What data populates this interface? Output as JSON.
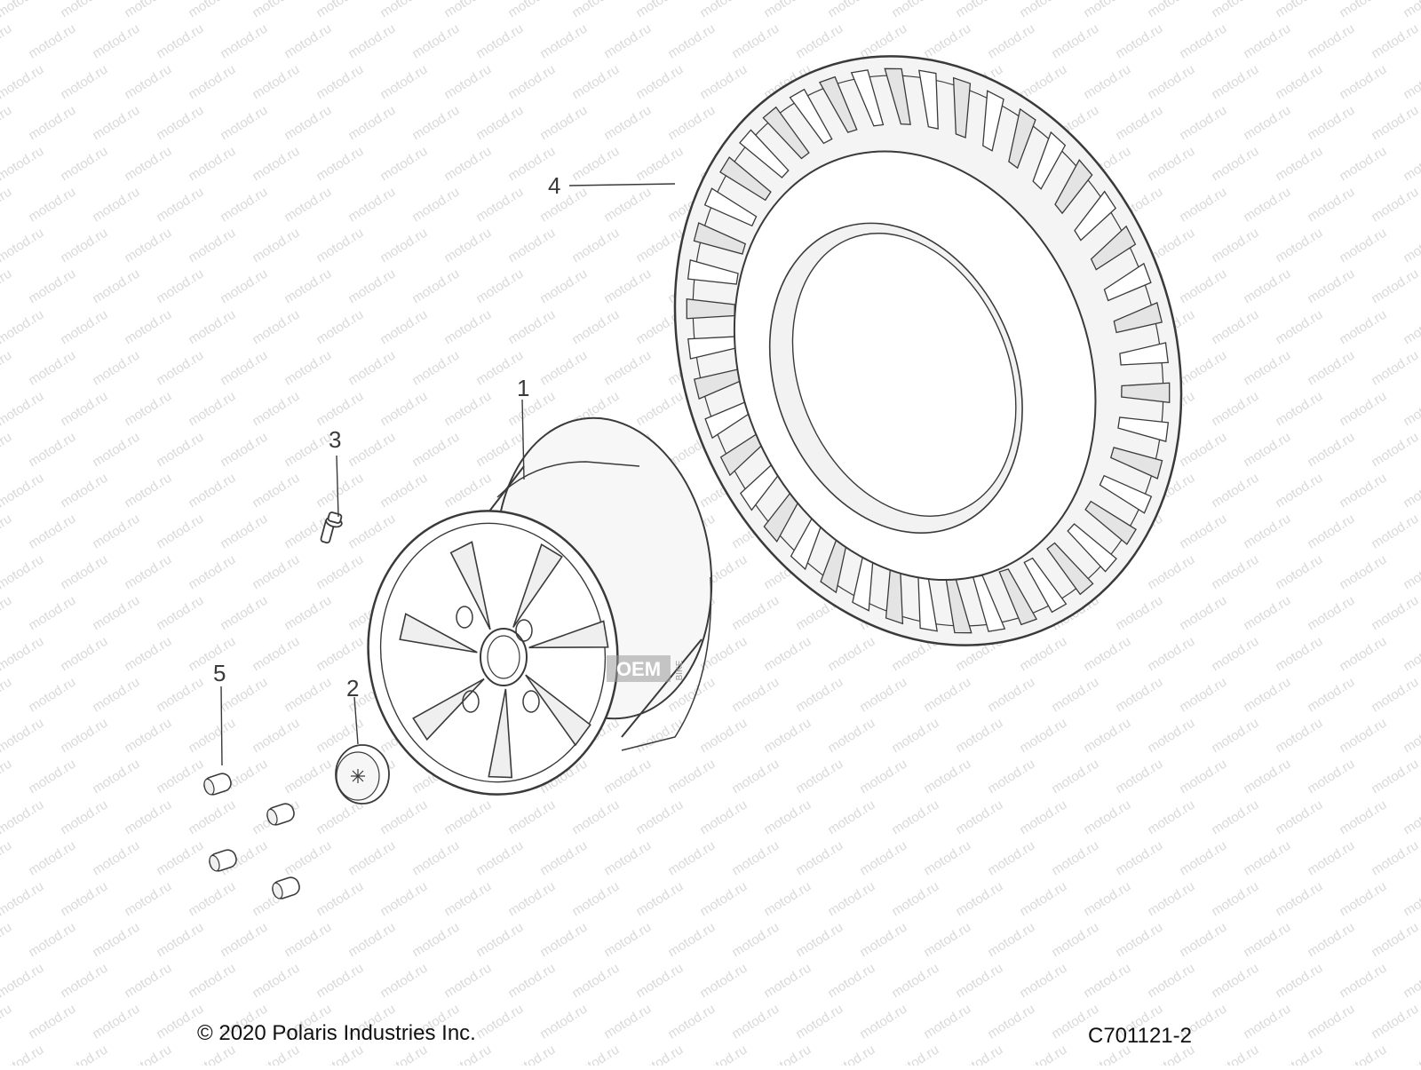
{
  "callouts": {
    "wheel": "1",
    "center_cap": "2",
    "valve_stem": "3",
    "tire": "4",
    "lug_nut": "5"
  },
  "footer": {
    "copyright": "© 2020 Polaris Industries Inc.",
    "figure_code": "C701121-2"
  },
  "watermark": {
    "text": "motod.ru",
    "color": "#d9d9d9"
  },
  "overlay_marks": {
    "mark_a": "OEM",
    "mark_b": "BIKE"
  },
  "colors": {
    "line": "#3a3a3a",
    "shade": "#dcdcdc"
  }
}
